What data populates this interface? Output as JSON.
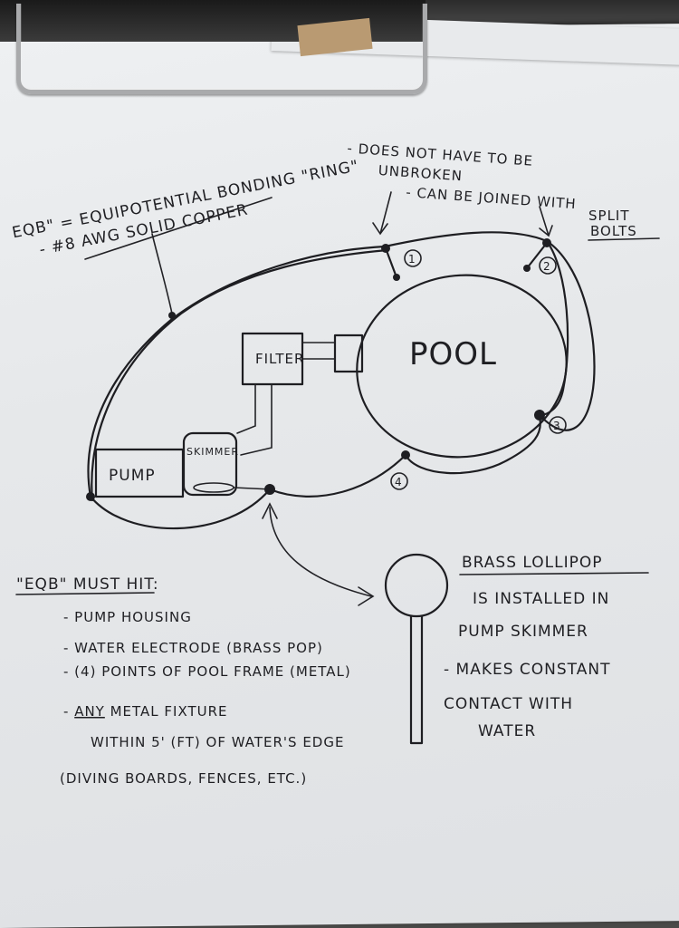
{
  "definition": {
    "line1": "EQB\" = EQUIPOTENTIAL BONDING \"RING\"",
    "line2": "- #8 AWG SOLID COPPER"
  },
  "notes": {
    "unbroken_1": "- DOES NOT HAVE TO BE",
    "unbroken_2": "UNBROKEN",
    "joined_1": "- CAN BE JOINED WITH",
    "split_1": "SPLIT",
    "split_2": "BOLTS"
  },
  "components": {
    "pool": "POOL",
    "filter": "FILTER",
    "pump": "PUMP",
    "skimmer": "SKIMMER"
  },
  "points": [
    "1",
    "2",
    "3",
    "4"
  ],
  "must_hit": {
    "heading": "\"EQB\" MUST HIT:",
    "items": [
      "- PUMP HOUSING",
      "- WATER ELECTRODE (BRASS POP)",
      "- (4) POINTS OF POOL FRAME (METAL)"
    ],
    "item4_prefix": "- ",
    "item4_emph": "ANY",
    "item4_rest": " METAL FIXTURE",
    "item4_line2": "WITHIN 5' (FT) OF WATER'S EDGE",
    "item4_line3": "(DIVING BOARDS, FENCES, ETC.)"
  },
  "lollipop": {
    "title": "BRASS LOLLIPOP",
    "line2": "IS INSTALLED IN",
    "line3": "PUMP SKIMMER",
    "line4": "- MAKES CONSTANT",
    "line5": "CONTACT WITH",
    "line6": "WATER"
  }
}
